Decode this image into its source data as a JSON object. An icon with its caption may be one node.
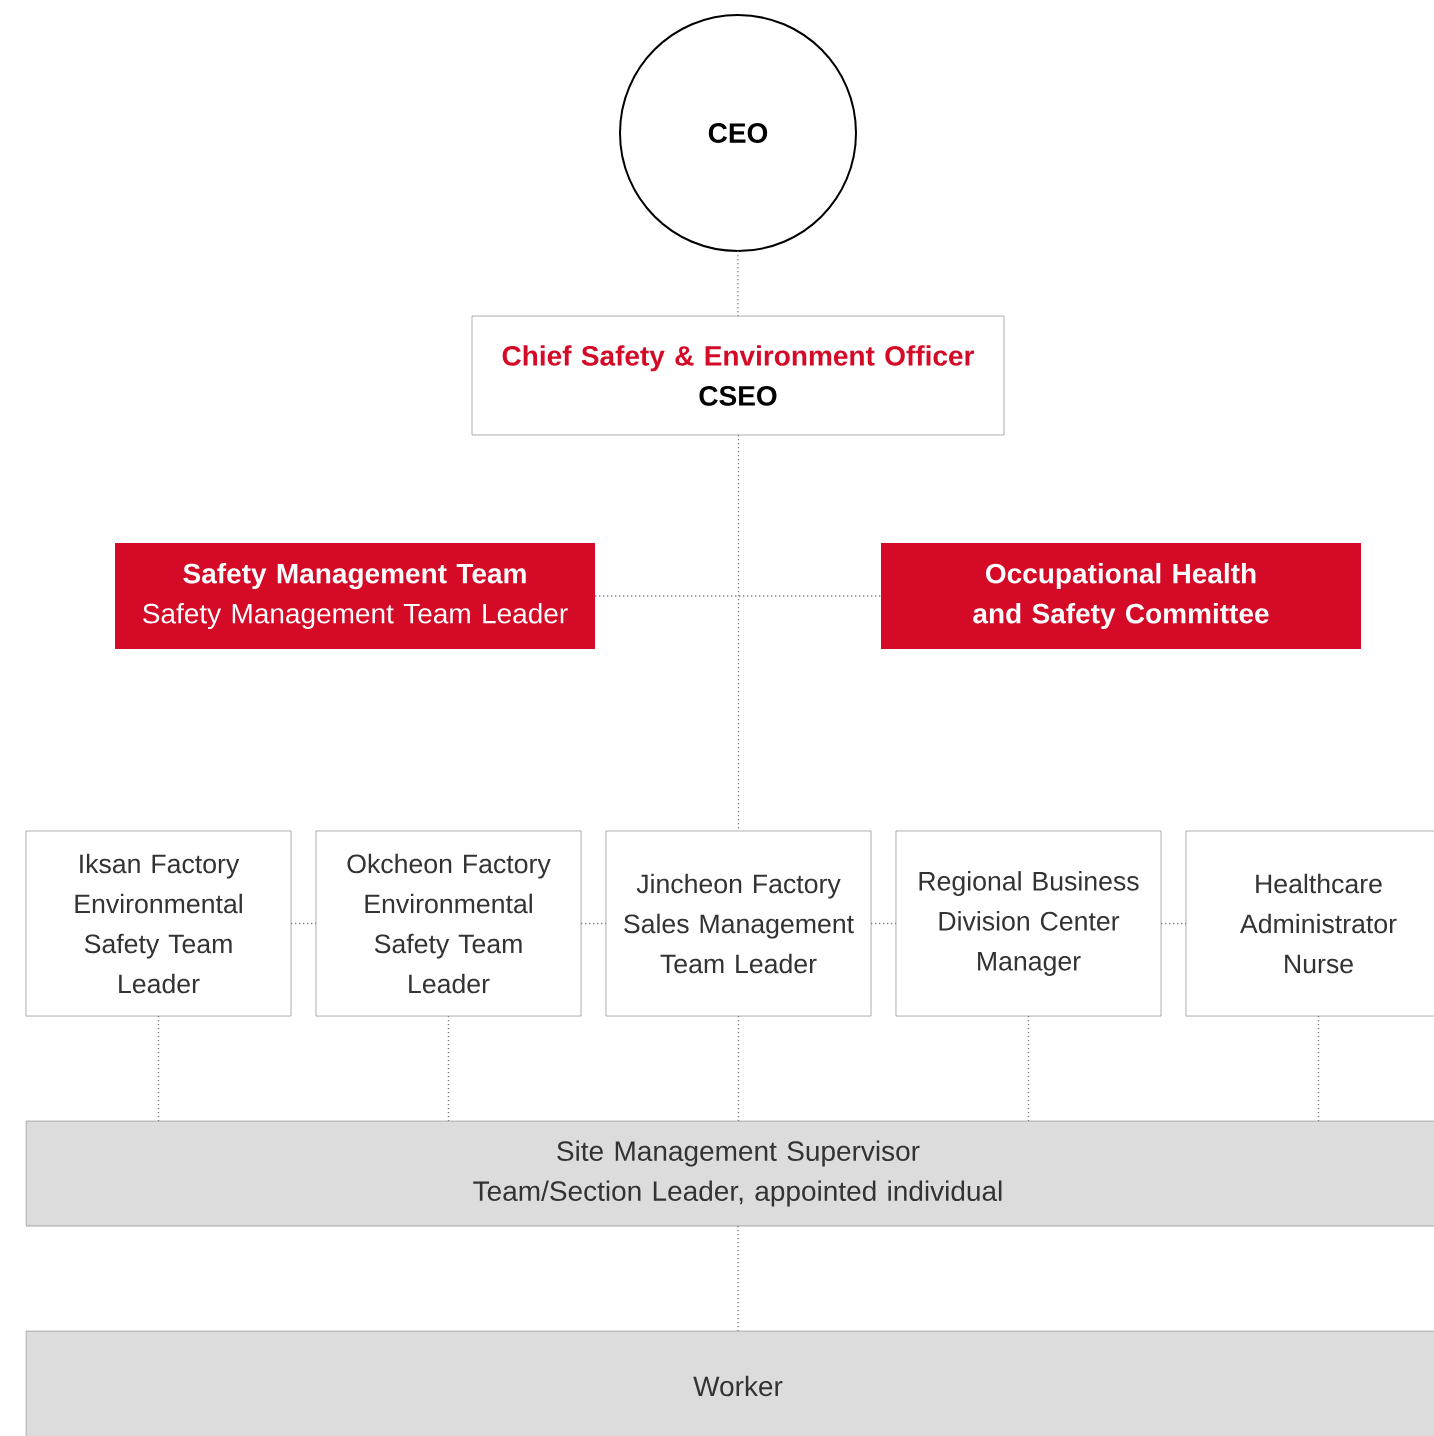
{
  "diagram": {
    "nodes": [
      {
        "text": [
          "CEO"
        ]
      },
      {
        "text": [
          "Chief Safety & Environment Officer",
          "CSEO"
        ]
      },
      {
        "text": [
          "Safety Management Team",
          "Safety Management Team Leader"
        ]
      },
      {
        "text": [
          "Occupational Health and Safety Committee"
        ]
      },
      {
        "text": [
          "Iksan Factory Environmental Safety Team Leader"
        ]
      },
      {
        "text": [
          "Okcheon Factory Environmental Safety Team Leader"
        ]
      },
      {
        "text": [
          "Jincheon Factory Sales Management Team Leader"
        ]
      },
      {
        "text": [
          "Regional Business Division Center Manager"
        ]
      },
      {
        "text": [
          "Healthcare Administrator Nurse"
        ]
      },
      {
        "text": [
          "Site Management Supervisor",
          "Team/Section Leader, appointed individual"
        ]
      },
      {
        "text": [
          "Worker"
        ]
      }
    ],
    "edges": [
      {
        "from": 0,
        "to": 1,
        "arrow": "none"
      },
      {
        "from": 1,
        "to": 6,
        "arrow": "none"
      },
      {
        "from": 2,
        "to": 3,
        "arrow": "none"
      },
      {
        "from": 4,
        "to": 5,
        "arrow": "none"
      },
      {
        "from": 5,
        "to": 6,
        "arrow": "none"
      },
      {
        "from": 6,
        "to": 7,
        "arrow": "none"
      },
      {
        "from": 7,
        "to": 8,
        "arrow": "none"
      },
      {
        "from": 4,
        "to": 9,
        "arrow": "none"
      },
      {
        "from": 5,
        "to": 9,
        "arrow": "none"
      },
      {
        "from": 6,
        "to": 9,
        "arrow": "none"
      },
      {
        "from": 7,
        "to": 9,
        "arrow": "none"
      },
      {
        "from": 8,
        "to": 9,
        "arrow": "none"
      },
      {
        "from": 9,
        "to": 10,
        "arrow": "none"
      }
    ]
  }
}
